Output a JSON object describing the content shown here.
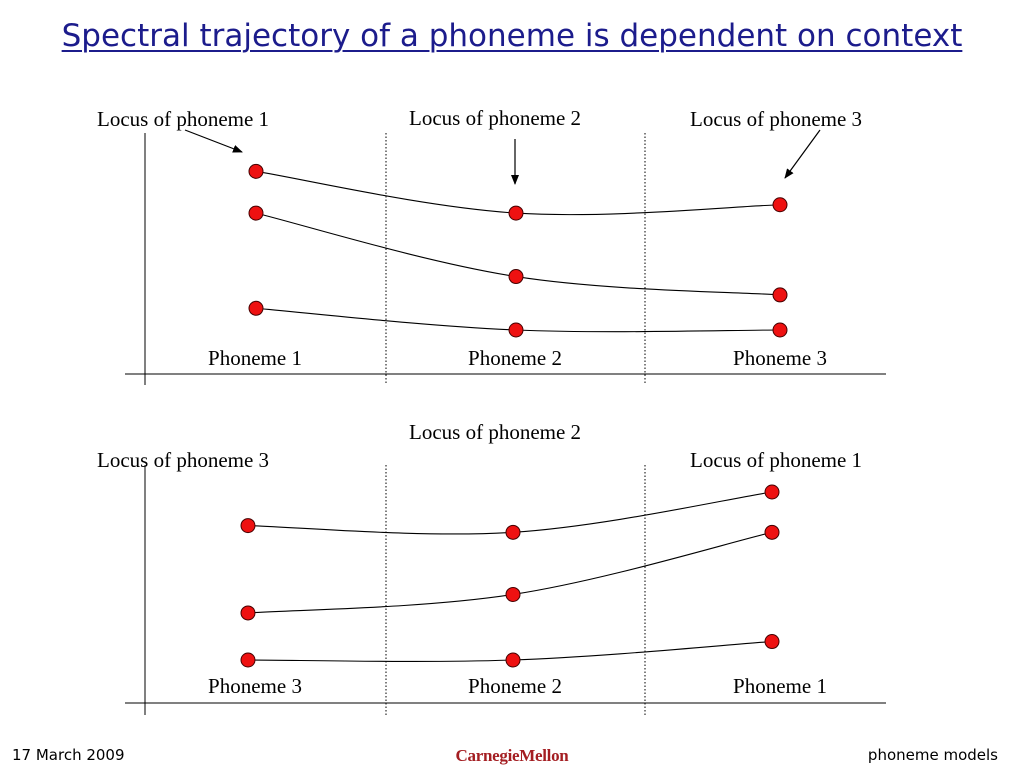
{
  "slide": {
    "title": "Spectral trajectory of a phoneme is dependent on context"
  },
  "diagrams": [
    {
      "loci_labels": [
        "Locus of phoneme 1",
        "Locus of phoneme 2",
        "Locus of phoneme 3"
      ],
      "phoneme_labels": [
        "Phoneme 1",
        "Phoneme 2",
        "Phoneme 3"
      ],
      "trajectories": [
        [
          {
            "p": 1,
            "y": 0.95
          },
          {
            "p": 2,
            "y": 0.7
          },
          {
            "p": 3,
            "y": 0.75
          }
        ],
        [
          {
            "p": 1,
            "y": 0.7
          },
          {
            "p": 2,
            "y": 0.32
          },
          {
            "p": 3,
            "y": 0.21
          }
        ],
        [
          {
            "p": 1,
            "y": 0.13
          },
          {
            "p": 2,
            "y": 0.0
          },
          {
            "p": 3,
            "y": 0.0
          }
        ]
      ]
    },
    {
      "loci_labels": [
        "Locus of phoneme 3",
        "Locus of phoneme 2",
        "Locus of phoneme 1"
      ],
      "phoneme_labels": [
        "Phoneme 3",
        "Phoneme 2",
        "Phoneme 1"
      ],
      "trajectories": [
        [
          {
            "p": 1,
            "y": 0.8
          },
          {
            "p": 2,
            "y": 0.76
          },
          {
            "p": 3,
            "y": 1.0
          }
        ],
        [
          {
            "p": 1,
            "y": 0.28
          },
          {
            "p": 2,
            "y": 0.39
          },
          {
            "p": 3,
            "y": 0.76
          }
        ],
        [
          {
            "p": 1,
            "y": 0.0
          },
          {
            "p": 2,
            "y": 0.0
          },
          {
            "p": 3,
            "y": 0.11
          }
        ]
      ]
    }
  ],
  "footer": {
    "date": "17  March 2009",
    "logo_text": "CarnegieMellon",
    "topic": "phoneme models"
  },
  "colors": {
    "title": "#1c1c8c",
    "dot_fill": "#ee1111",
    "dot_stroke": "#440000",
    "logo": "#a41e22"
  }
}
